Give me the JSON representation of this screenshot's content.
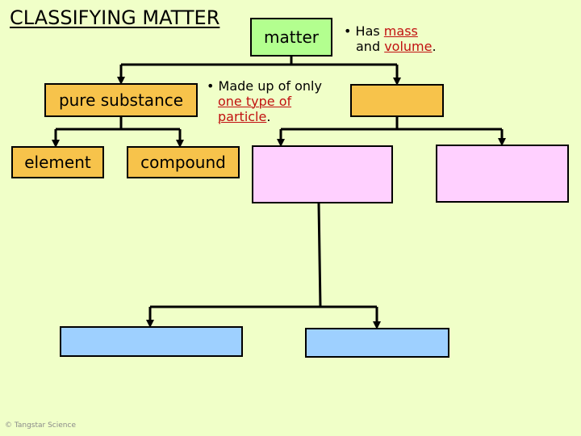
{
  "title": "CLASSIFYING MATTER",
  "nodes": {
    "matter": "matter",
    "pure_substance": "pure substance",
    "element": "element",
    "compound": "compound",
    "mixture": "",
    "heterogeneous": "",
    "homogeneous": "",
    "colloid_suspension": "",
    "solution": ""
  },
  "notes": {
    "matter": {
      "bullet": "•",
      "line1_pre": "Has ",
      "line1_red": "mass",
      "line2_pre": "and ",
      "line2_red": "volume",
      "line2_post": "."
    },
    "pure_substance": {
      "bullet": "•",
      "line1": "Made up of only",
      "line2_red": "one type of",
      "line3_red": "particle",
      "line3_post": "."
    }
  },
  "copyright": "© Tangstar Science",
  "colors": {
    "background": "#f0ffc8",
    "matter_box": "#b3ff8f",
    "pure_substance_box": "#f7c34b",
    "pink_box": "#ffd0ff",
    "blue_box": "#9ed0ff",
    "highlight_text": "#c11010"
  }
}
